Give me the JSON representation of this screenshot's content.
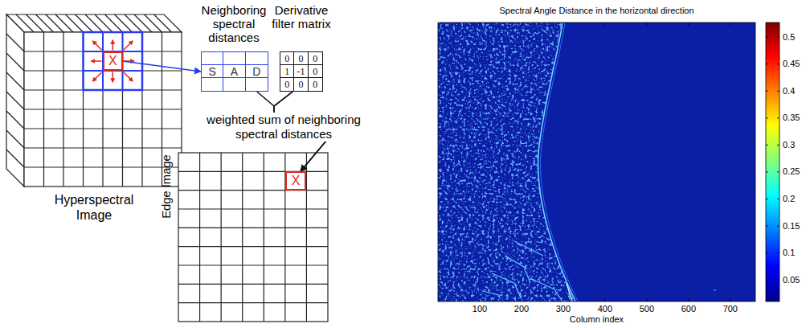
{
  "diagram": {
    "nodes": [
      {
        "text": [
          "Hyperspectral Image"
        ]
      },
      {
        "text": [
          "X"
        ],
        "in": 0
      },
      {
        "text": [
          "Neighboring spectral distances",
          "S",
          "A",
          "D"
        ]
      },
      {
        "text": [
          "Derivative filter matrix",
          "0",
          "0",
          "0",
          "1",
          "-1",
          "0",
          "0",
          "0",
          "0"
        ]
      },
      {
        "text": [
          "Edge Image"
        ]
      },
      {
        "text": [
          "X"
        ],
        "in": 4
      }
    ],
    "edges": [
      {
        "from": 1,
        "to": 2,
        "arrow": "to"
      },
      {
        "from": 2,
        "to": 5,
        "arrow": "to",
        "label": "weighted sum of neighboring spectral distances"
      },
      {
        "from": 3,
        "to": 5,
        "arrow": "to"
      }
    ],
    "labels": [
      "Spectral Angle Distance in the horizontal direction",
      "100",
      "200",
      "300",
      "400",
      "500",
      "600",
      "700",
      "Column index",
      "0.5",
      "0.45",
      "0.4",
      "0.35",
      "0.3",
      "0.25",
      "0.2",
      "0.15",
      "0.1",
      "0.05"
    ]
  }
}
